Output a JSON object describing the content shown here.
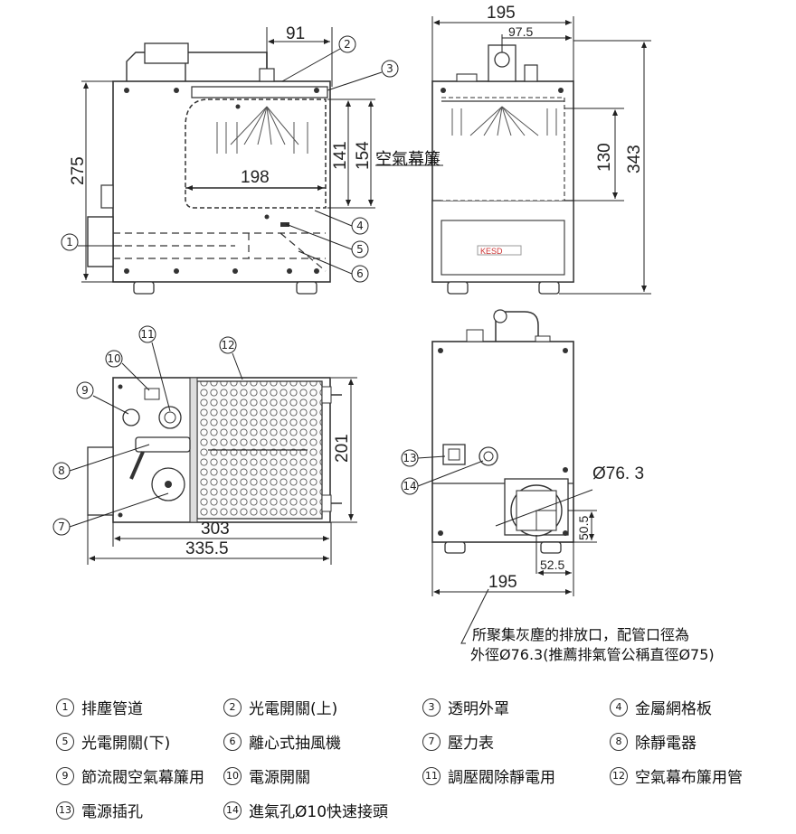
{
  "dimensions": {
    "top_left_height": "275",
    "top_left_91": "91",
    "top_left_198": "198",
    "top_left_141": "141",
    "top_left_154": "154",
    "front_width": "195",
    "front_97_5": "97.5",
    "front_130": "130",
    "front_343": "343",
    "bottom_left_201": "201",
    "bottom_left_303": "303",
    "bottom_left_335_5": "335.5",
    "rear_diameter": "Ø76. 3",
    "rear_50_5": "50.5",
    "rear_52_5": "52.5",
    "rear_195": "195"
  },
  "labels": {
    "air_curtain": "空氣幕簾",
    "brand": "KESD",
    "exhaust_note_line1": "所聚集灰塵的排放口，配管口徑為",
    "exhaust_note_line2": "外徑Ø76.3(推薦排氣管公稱直徑Ø75)"
  },
  "callouts": [
    "1",
    "2",
    "3",
    "4",
    "5",
    "6",
    "7",
    "8",
    "9",
    "10",
    "11",
    "12",
    "13",
    "14"
  ],
  "legend": [
    {
      "num": "1",
      "text": "排塵管道"
    },
    {
      "num": "2",
      "text": "光電開關(上)"
    },
    {
      "num": "3",
      "text": "透明外罩"
    },
    {
      "num": "4",
      "text": "金屬網格板"
    },
    {
      "num": "5",
      "text": "光電開關(下)"
    },
    {
      "num": "6",
      "text": "離心式抽風機"
    },
    {
      "num": "7",
      "text": "壓力表"
    },
    {
      "num": "8",
      "text": "除靜電器"
    },
    {
      "num": "9",
      "text": "節流閥空氣幕簾用"
    },
    {
      "num": "10",
      "text": "電源開關"
    },
    {
      "num": "11",
      "text": "調壓閥除靜電用"
    },
    {
      "num": "12",
      "text": "空氣幕布簾用管"
    },
    {
      "num": "13",
      "text": "電源插孔"
    },
    {
      "num": "14",
      "text": "進氣孔Ø10快速接頭"
    }
  ]
}
